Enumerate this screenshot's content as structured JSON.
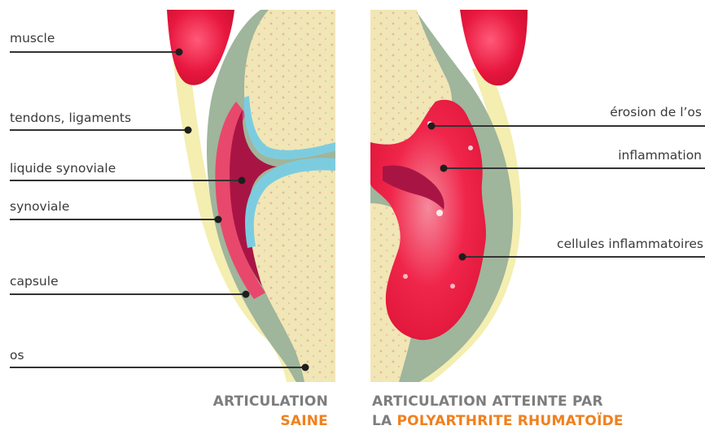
{
  "labels_left": {
    "muscle": "muscle",
    "tendons": "tendons, ligaments",
    "liquide": "liquide synoviale",
    "synoviale": "synoviale",
    "capsule": "capsule",
    "os": "os"
  },
  "labels_right": {
    "erosion": "érosion de l’os",
    "inflammation": "inflammation",
    "cellules": "cellules inflammatoires"
  },
  "captions": {
    "healthy_line1": "ARTICULATION",
    "healthy_line2": "SAINE",
    "ra_line1": "ARTICULATION ATTEINTE PAR",
    "ra_line2_prefix": "LA ",
    "ra_line2_highlight": "POLYARTHRITE RHUMATOÏDE"
  },
  "colors": {
    "bone": "#f1e6b5",
    "bone_dot": "#e6b2a0",
    "muscle": "#e8173f",
    "tendon": "#f4eeb0",
    "capsule": "#9fb59c",
    "synovial_fluid": "#a81545",
    "cartilage": "#7ccce0",
    "inflammation": "#f0254a",
    "caption_grey": "#7d7d7d",
    "caption_orange": "#f0801e",
    "leader": "#333333"
  }
}
